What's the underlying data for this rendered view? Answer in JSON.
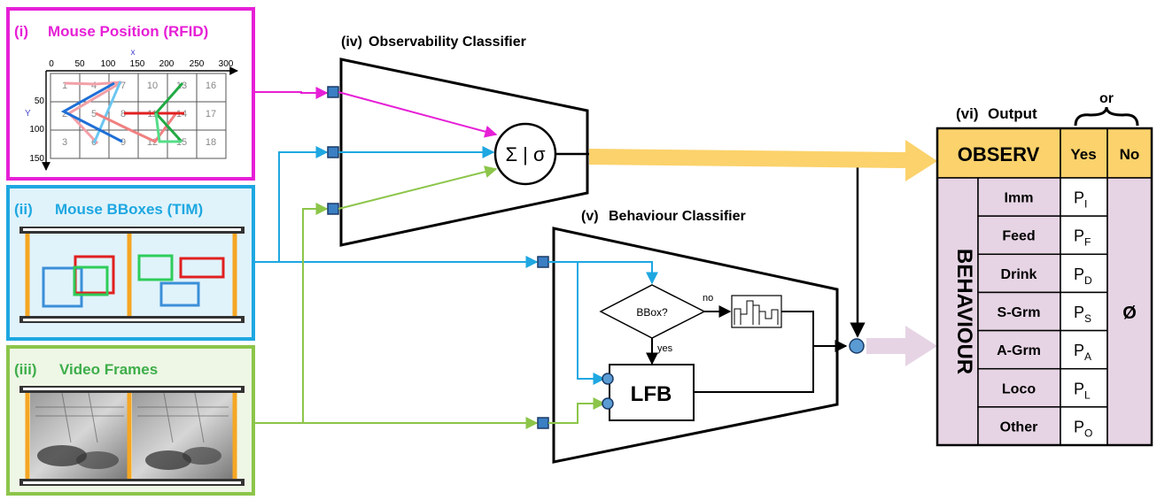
{
  "panel_i": {
    "label": "(i)",
    "title": "Mouse Position (RFID)",
    "x_axis": "x",
    "y_axis": "Y",
    "x_ticks": [
      "0",
      "50",
      "100",
      "150",
      "200",
      "250",
      "300"
    ],
    "y_ticks": [
      "50",
      "100",
      "150"
    ],
    "cells": [
      "1",
      "4",
      "7",
      "10",
      "13",
      "16",
      "2",
      "5",
      "8",
      "11",
      "14",
      "17",
      "3",
      "6",
      "9",
      "12",
      "15",
      "18"
    ]
  },
  "panel_ii": {
    "label": "(ii)",
    "title": "Mouse BBoxes (TIM)"
  },
  "panel_iii": {
    "label": "(iii)",
    "title": "Video Frames"
  },
  "panel_iv": {
    "label": "(iv)",
    "title": "Observability Classifier",
    "node": "Σ | σ"
  },
  "panel_v": {
    "label": "(v)",
    "title": "Behaviour Classifier",
    "decision": "BBox?",
    "no_label": "no",
    "yes_label": "yes",
    "block": "LFB"
  },
  "panel_vi": {
    "label": "(vi)",
    "title": "Output",
    "or_label": "or",
    "observ_label": "OBSERV",
    "yes_label": "Yes",
    "no_label": "No",
    "behaviour_label": "BEHAVIOUR",
    "empty_symbol": "Ø",
    "rows": [
      {
        "name": "Imm",
        "p": "P",
        "sub": "I"
      },
      {
        "name": "Feed",
        "p": "P",
        "sub": "F"
      },
      {
        "name": "Drink",
        "p": "P",
        "sub": "D"
      },
      {
        "name": "S-Grm",
        "p": "P",
        "sub": "S"
      },
      {
        "name": "A-Grm",
        "p": "P",
        "sub": "A"
      },
      {
        "name": "Loco",
        "p": "P",
        "sub": "L"
      },
      {
        "name": "Other",
        "p": "P",
        "sub": "O"
      }
    ]
  },
  "colors": {
    "magenta": "#e61fd6",
    "blue": "#1ea7e1",
    "green": "#8cc54a",
    "yellow": "#fbd26b",
    "pink": "#e6d4e4",
    "orange": "#f5a623",
    "red": "#e02020",
    "box_blue": "#3b8fd8",
    "box_green": "#2ecc5a"
  }
}
